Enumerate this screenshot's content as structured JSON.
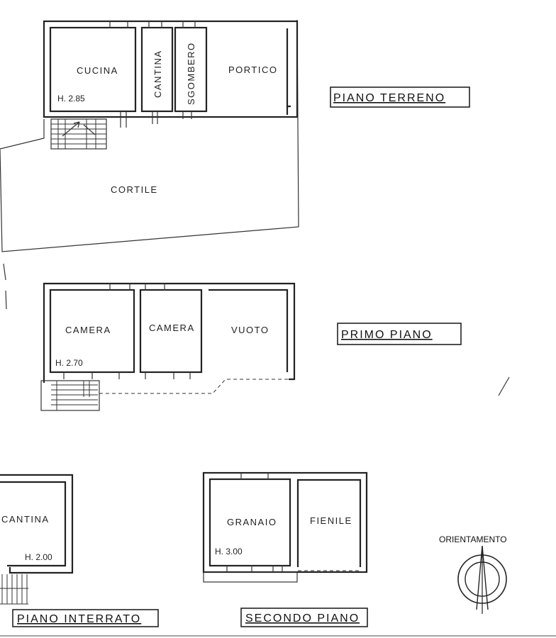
{
  "header_scribble": "",
  "ground_floor": {
    "title": "PIANO TERRENO",
    "rooms": {
      "cucina": "CUCINA",
      "cantina": "CANTINA",
      "sgombero": "SGOMBERO",
      "portico": "PORTICO",
      "cortile": "CORTILE"
    },
    "height": "H. 2.85"
  },
  "first_floor": {
    "title": "PRIMO PIANO",
    "rooms": {
      "camera1": "CAMERA",
      "camera2": "CAMERA",
      "vuoto": "VUOTO"
    },
    "height": "H. 2.70"
  },
  "basement": {
    "title": "PIANO INTERRATO",
    "rooms": {
      "cantina": "CANTINA"
    },
    "height": "H. 2.00"
  },
  "second_floor": {
    "title": "SECONDO PIANO",
    "rooms": {
      "granaio": "GRANAIO",
      "fienile": "FIENILE"
    },
    "height": "H. 3.00"
  },
  "orientation": {
    "label": "ORIENTAMENTO"
  }
}
